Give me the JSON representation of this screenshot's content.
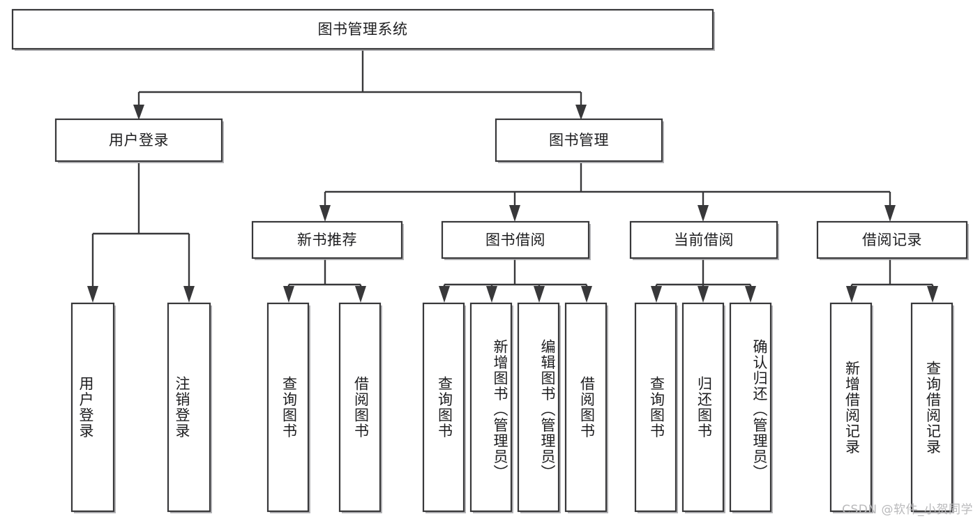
{
  "diagram": {
    "type": "tree-hierarchy",
    "title": "图书管理系统",
    "orientation": "top-down",
    "colors": {
      "background": "#ffffff",
      "box_fill": "#ffffff",
      "box_stroke": "#38383a",
      "connector": "#38383a",
      "text": "#1d1d1f",
      "watermark": "#b9b9bb"
    },
    "root": {
      "label": "图书管理系统",
      "level": 0
    },
    "level1": [
      {
        "label": "用户登录",
        "level": 1,
        "child_count": 2
      },
      {
        "label": "图书管理",
        "level": 1,
        "child_count": 4
      }
    ],
    "level2": [
      {
        "label": "新书推荐",
        "parent": "图书管理",
        "child_count": 2
      },
      {
        "label": "图书借阅",
        "parent": "图书管理",
        "child_count": 4
      },
      {
        "label": "当前借阅",
        "parent": "图书管理",
        "child_count": 3
      },
      {
        "label": "借阅记录",
        "parent": "图书管理",
        "child_count": 2
      }
    ],
    "leaves": {
      "用户登录": [
        "用户登录",
        "注销登录"
      ],
      "新书推荐": [
        "查询图书",
        "借阅图书"
      ],
      "图书借阅": [
        "查询图书",
        "新增图书（管理员）",
        "编辑图书（管理员）",
        "借阅图书"
      ],
      "当前借阅": [
        "查询图书",
        "归还图书",
        "确认归还（管理员）"
      ],
      "借阅记录": [
        "新增借阅记录",
        "查询借阅记录"
      ]
    }
  },
  "watermark": {
    "text": "CSDN @软件_小贺同学"
  }
}
